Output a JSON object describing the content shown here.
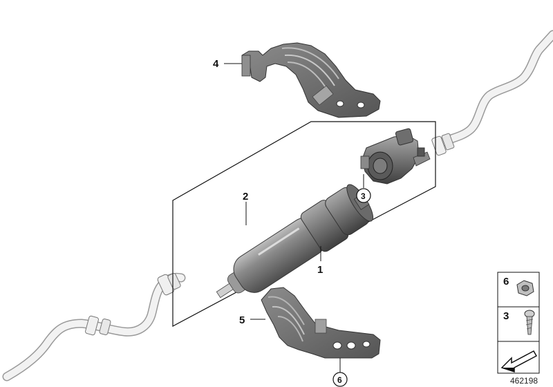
{
  "callouts": {
    "assembly": "1",
    "filter": "2",
    "screw_circled": "3",
    "upper_bracket": "4",
    "lower_bracket": "5",
    "nut_circled": "6"
  },
  "legend": {
    "nut_number": "6",
    "screw_number": "3"
  },
  "diagram_id": "462198",
  "colors": {
    "part_dark": "#6f6f6f",
    "part_mid": "#9a9a9a",
    "part_light": "#c9c9c9",
    "pipe": "#f2f2f2",
    "outline": "#111111"
  }
}
